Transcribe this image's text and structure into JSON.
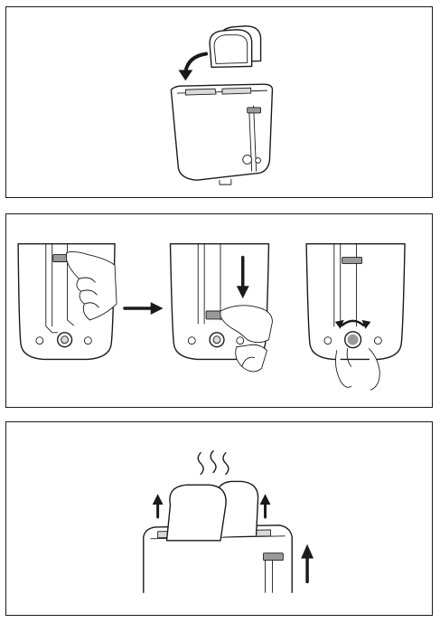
{
  "document": {
    "steps": [
      {
        "id": "insert-bread",
        "icon": "insert-bread-illustration"
      },
      {
        "id": "lower-lever-set-browning",
        "icon": "lever-and-dial-illustration"
      },
      {
        "id": "toast-pops-up",
        "icon": "toast-ejected-illustration"
      }
    ],
    "colors": {
      "ink": "#1a1a1a",
      "lever": "#9a9a9a",
      "paper": "#ffffff"
    }
  }
}
